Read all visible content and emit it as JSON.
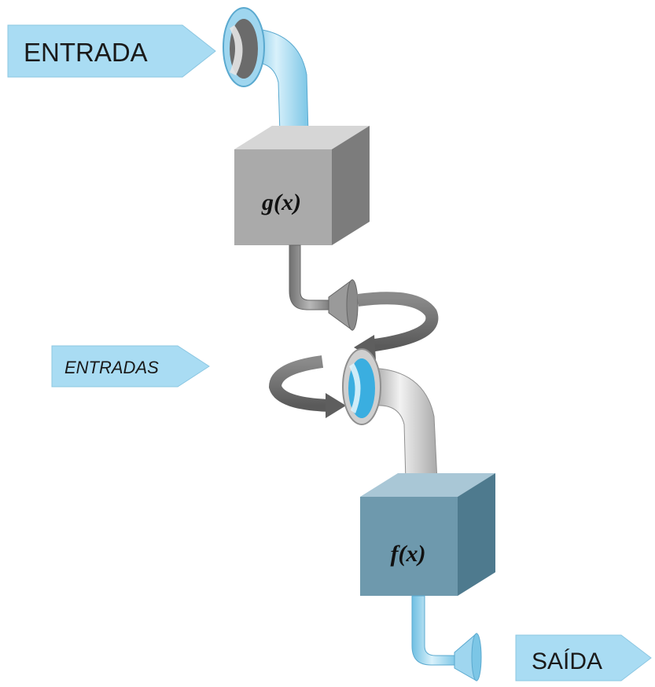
{
  "diagram": {
    "input_label": "ENTRADA",
    "intermediate_label": "ENTRADAS",
    "output_label": "SAÍDA",
    "box_top_function": "g(x)",
    "box_bottom_function": "f(x)"
  },
  "colors": {
    "tag_fill": "#a9dcf3",
    "pipe_blue": "#9fd6ef",
    "pipe_gray": "#c9c9c9",
    "box_gray_front": "#aaaaaa",
    "box_blue_front": "#6e99ad",
    "arrow_dark": "#6c6c6c"
  }
}
